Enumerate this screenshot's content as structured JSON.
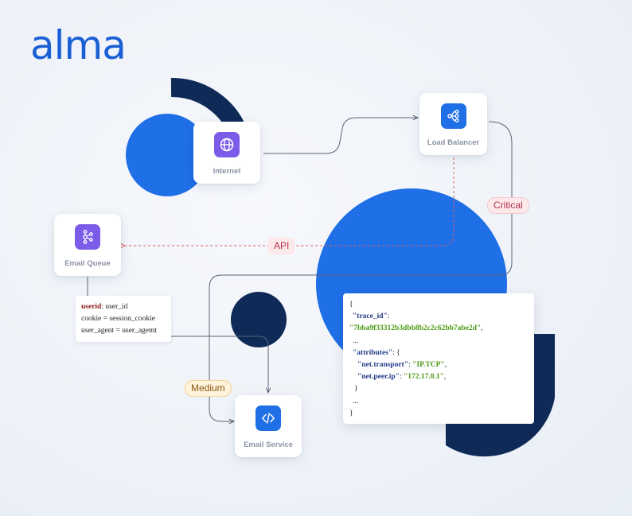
{
  "logo": {
    "text": "alma",
    "color": "#1a5fd4"
  },
  "colors": {
    "blue_accent": "#1f6fe6",
    "navy": "#0f2a57",
    "purple_icon": "#7b5ce8",
    "critical_bg": "#fde9ea",
    "medium_bg": "#fff3dc",
    "api_line": "#e05a5a"
  },
  "nodes": {
    "internet": {
      "label": "Internet",
      "icon": "globe-icon"
    },
    "load_balancer": {
      "label": "Load Balancer",
      "icon": "share-nodes-icon"
    },
    "email_queue": {
      "label": "Email Queue",
      "icon": "kafka-cluster-icon"
    },
    "email_service": {
      "label": "Email Service",
      "icon": "code-icon"
    }
  },
  "edges": {
    "api_label": "API",
    "critical_label": "Critical",
    "medium_label": "Medium"
  },
  "kv_card": {
    "line1_key": "userid",
    "line1_rest": ": user_id",
    "line2": "cookie = session_cookie",
    "line3": "user_agent = user_agemt"
  },
  "json_card": {
    "open_brace": "{",
    "trace_key": "\"trace_id\"",
    "colon": ":",
    "trace_value": "\"7bba9f33312b3dbb8b2c2c62bb7abe2d\"",
    "comma": ",",
    "ellipsis1": "...",
    "attributes_key": "\"attributes\"",
    "attributes_open": ": {",
    "transport_key": "\"net.transport\"",
    "transport_value": "\"IP.TCP\"",
    "peer_key": "\"net.peer.ip\"",
    "peer_value": "\"172.17.0.1\"",
    "inner_close": "}",
    "ellipsis2": "...",
    "close_brace": "}"
  }
}
